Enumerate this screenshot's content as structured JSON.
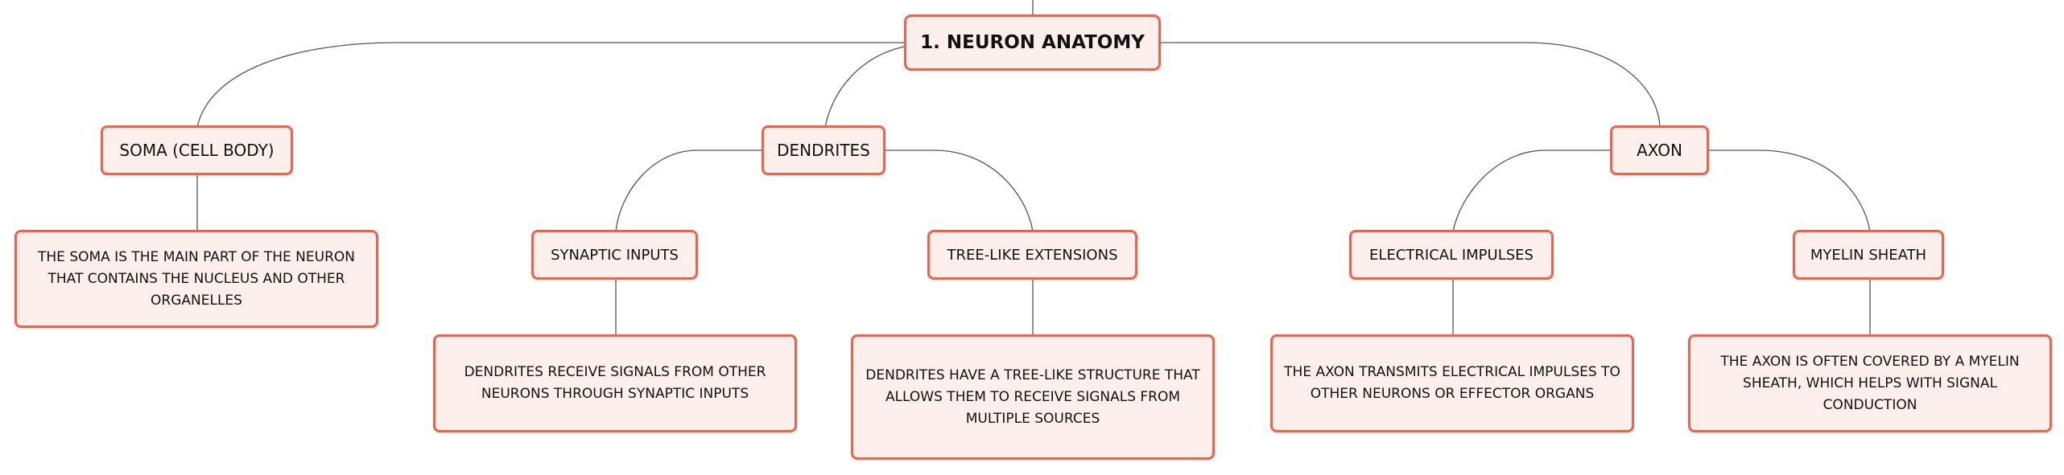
{
  "diagram": {
    "root": {
      "label": "1. NEURON ANATOMY"
    },
    "branches": {
      "soma": {
        "label": "SOMA (CELL BODY)",
        "detail": "THE SOMA IS THE MAIN PART OF THE NEURON THAT CONTAINS THE NUCLEUS AND OTHER ORGANELLES"
      },
      "dendrites": {
        "label": "DENDRITES",
        "synaptic_inputs": {
          "label": "SYNAPTIC INPUTS",
          "detail": "DENDRITES RECEIVE SIGNALS FROM OTHER NEURONS THROUGH SYNAPTIC INPUTS"
        },
        "tree_like_extensions": {
          "label": "TREE-LIKE EXTENSIONS",
          "detail": "DENDRITES HAVE A TREE-LIKE STRUCTURE THAT ALLOWS THEM TO RECEIVE SIGNALS FROM MULTIPLE SOURCES"
        }
      },
      "axon": {
        "label": "AXON",
        "electrical_impulses": {
          "label": "ELECTRICAL IMPULSES",
          "detail": "THE AXON TRANSMITS ELECTRICAL IMPULSES TO OTHER NEURONS OR EFFECTOR ORGANS"
        },
        "myelin_sheath": {
          "label": "MYELIN SHEATH",
          "detail": "THE AXON IS OFTEN COVERED BY A MYELIN SHEATH, WHICH HELPS WITH SIGNAL CONDUCTION"
        }
      }
    }
  },
  "colors": {
    "node_border": "#e8654f",
    "node_fill": "#fdf0ec",
    "connector": "#555555",
    "text": "#111111"
  }
}
